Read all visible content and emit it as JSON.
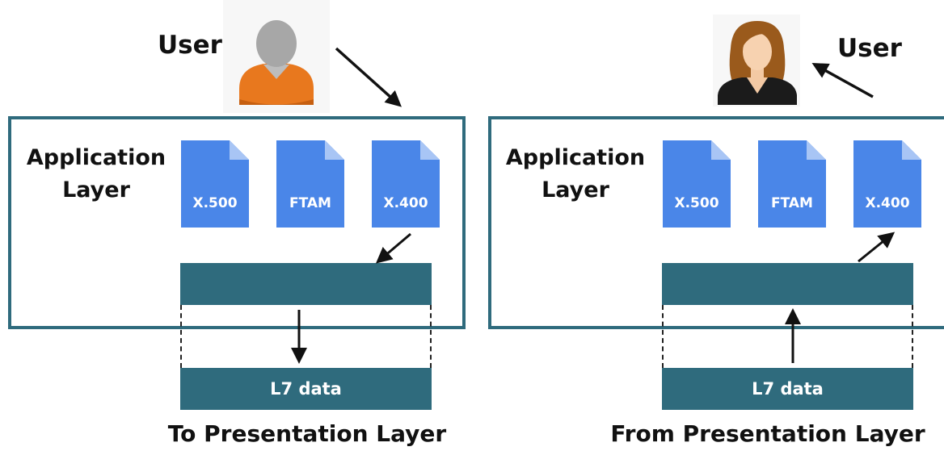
{
  "left": {
    "user_label": "User",
    "layer_label_line1": "Application",
    "layer_label_line2": "Layer",
    "protocols": [
      "X.500",
      "FTAM",
      "X.400"
    ],
    "data_label": "L7 data",
    "caption": "To Presentation Layer"
  },
  "right": {
    "user_label": "User",
    "layer_label_line1": "Application",
    "layer_label_line2": "Layer",
    "protocols": [
      "X.500",
      "FTAM",
      "X.400"
    ],
    "data_label": "L7 data",
    "caption": "From Presentation Layer"
  },
  "colors": {
    "layer": "#2f6b7d",
    "document": "#4a86e8",
    "document_fold": "#a8c5f5"
  },
  "icons": [
    "user-male-icon",
    "user-female-icon",
    "document-icon",
    "arrow-icon"
  ]
}
